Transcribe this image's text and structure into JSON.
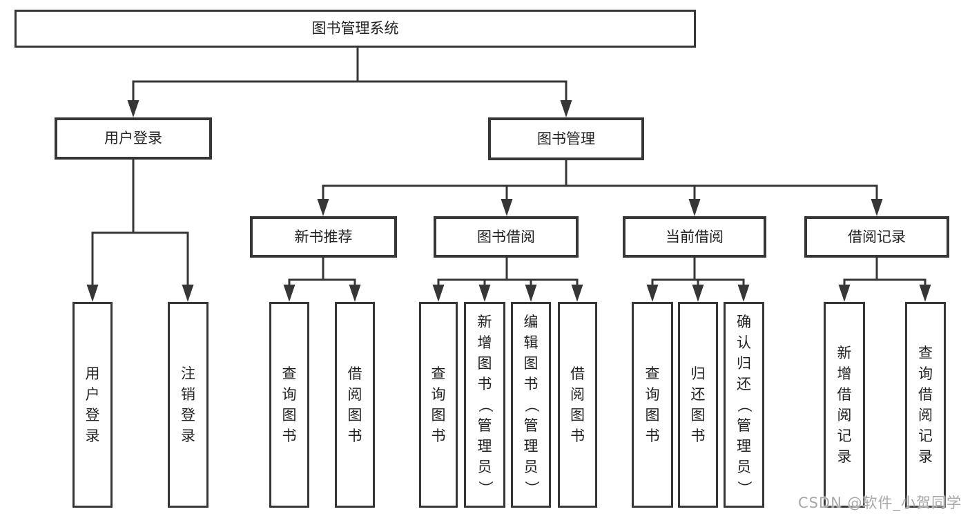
{
  "tree": {
    "root": "图书管理系统",
    "branches": [
      {
        "label": "用户登录",
        "children": [
          "用户登录",
          "注销登录"
        ]
      },
      {
        "label": "图书管理",
        "children": [
          {
            "label": "新书推荐",
            "children": [
              "查询图书",
              "借阅图书"
            ]
          },
          {
            "label": "图书借阅",
            "children": [
              "查询图书",
              "新增图书（管理员）",
              "编辑图书（管理员）",
              "借阅图书"
            ]
          },
          {
            "label": "当前借阅",
            "children": [
              "查询图书",
              "归还图书",
              "确认归还（管理员）"
            ]
          },
          {
            "label": "借阅记录",
            "children": [
              "新增借阅记录",
              "查询借阅记录"
            ]
          }
        ]
      }
    ]
  },
  "watermark": "CSDN @软件_小贺同学",
  "colors": {
    "line": "#363636",
    "box_border": "#363636",
    "box_fill": "#ffffff",
    "text": "#222222",
    "watermark": "#a8a8a8"
  }
}
